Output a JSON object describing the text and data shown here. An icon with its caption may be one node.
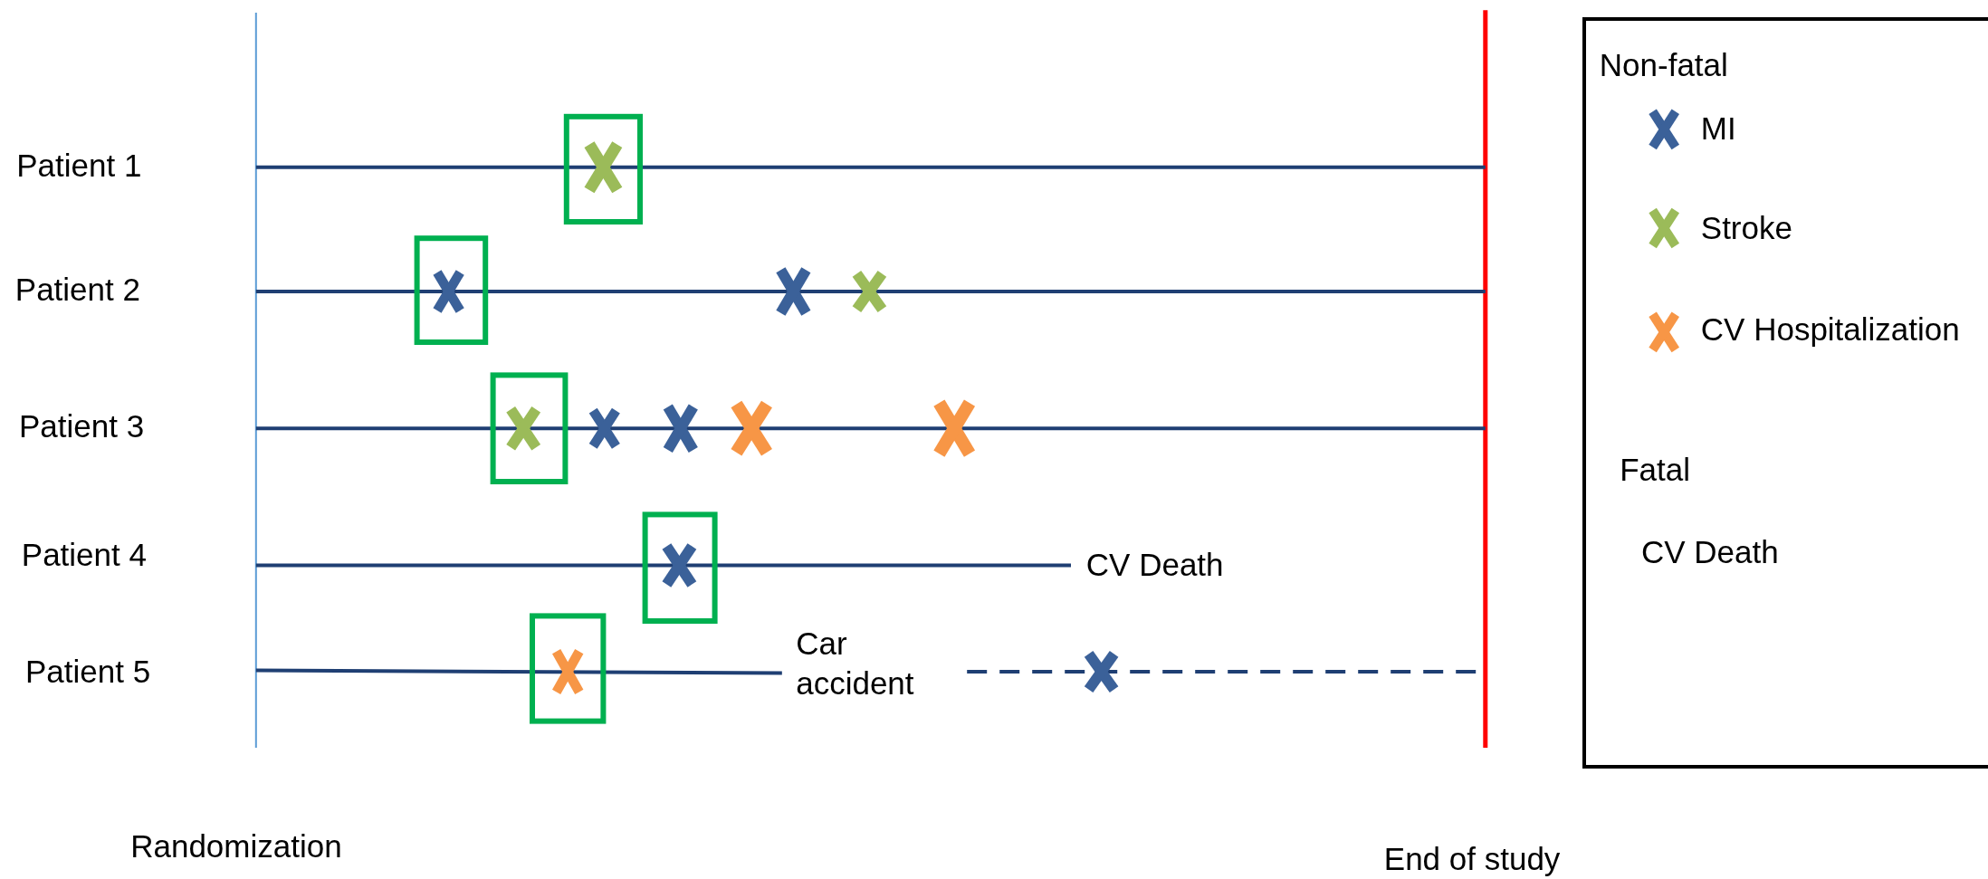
{
  "diagram": {
    "labels": [
      "Patient 1",
      "Patient 2",
      "Patient 3",
      "Patient 4",
      "CV Death",
      "Patient 5",
      "Car accident",
      "Randomization",
      "End of study",
      "Non-fatal",
      "Fatal",
      "CV Death"
    ],
    "legend": [
      {
        "text": "MI",
        "color": "#3b6199"
      },
      {
        "text": "Stroke",
        "color": "#9bbb59"
      },
      {
        "text": "CV Hospitalization",
        "color": "#f79646"
      }
    ]
  }
}
